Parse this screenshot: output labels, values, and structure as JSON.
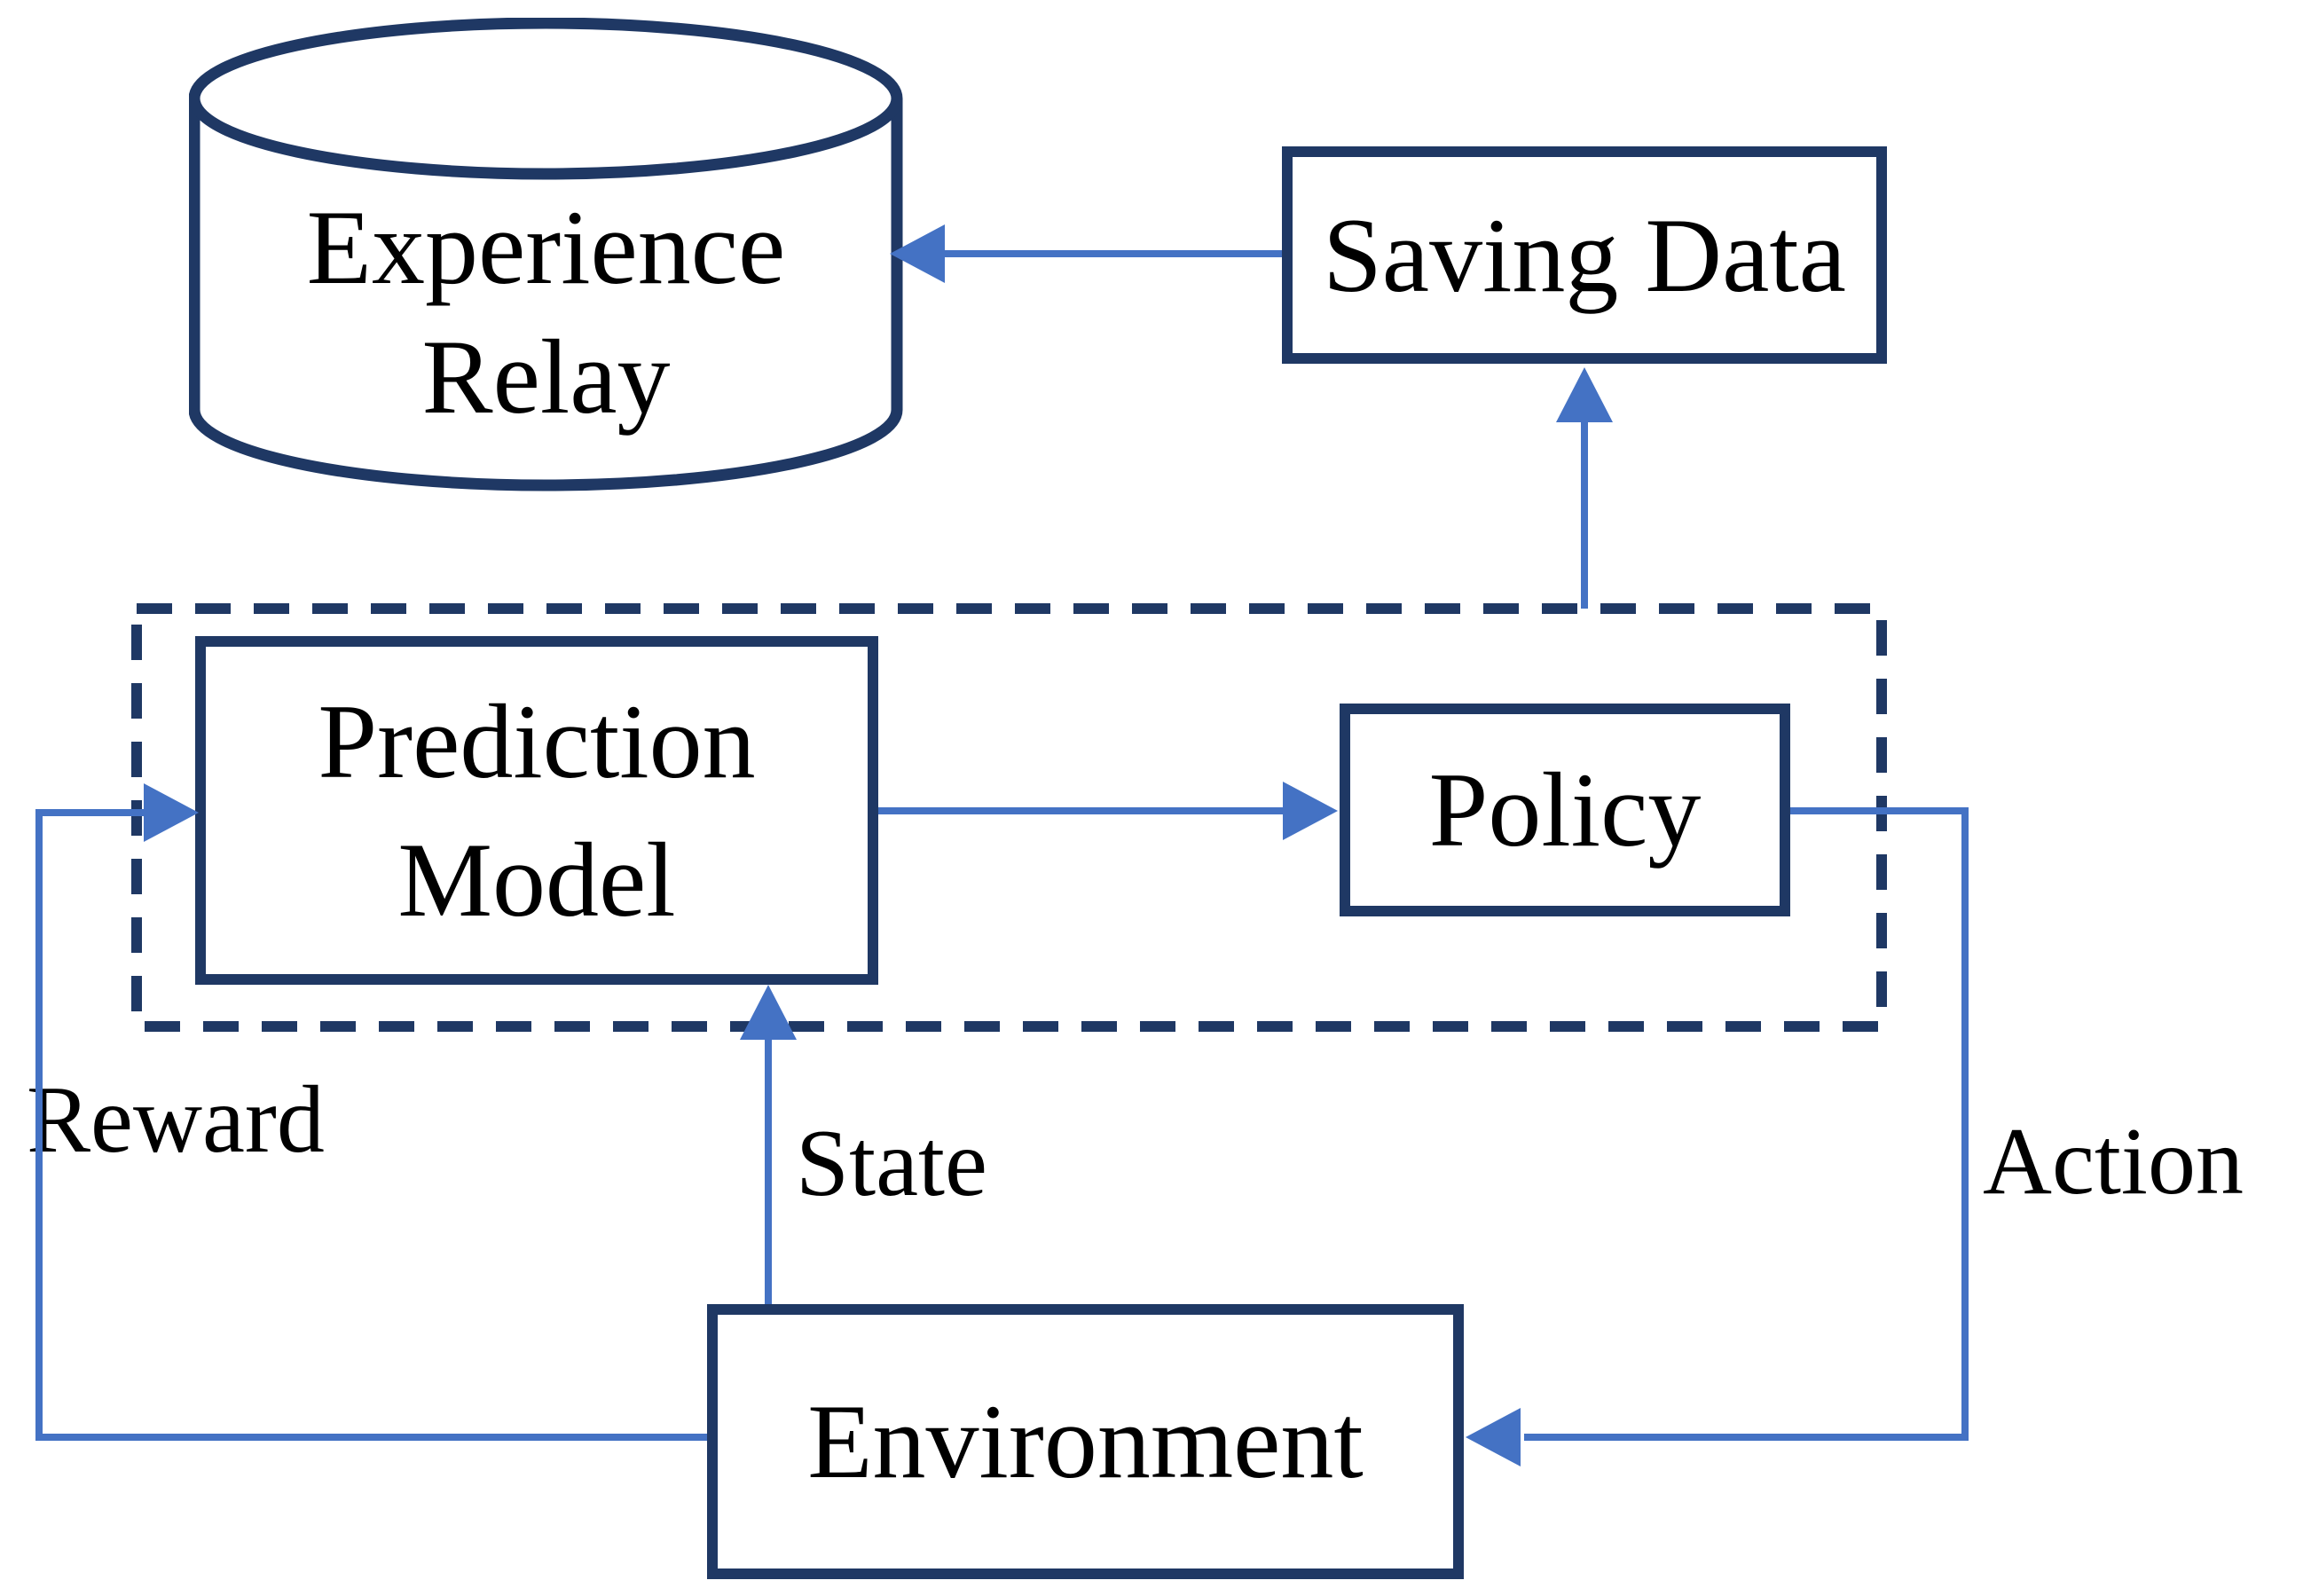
{
  "nodes": {
    "experience_relay": {
      "shape": "cylinder",
      "lines": [
        "Experience",
        "Relay"
      ]
    },
    "saving_data": {
      "shape": "rectangle",
      "label": "Saving Data"
    },
    "prediction_model": {
      "shape": "rectangle",
      "lines": [
        "Prediction",
        "Model"
      ]
    },
    "policy": {
      "shape": "rectangle",
      "label": "Policy"
    },
    "environment": {
      "shape": "rectangle",
      "label": "Environment"
    }
  },
  "edge_labels": {
    "reward": "Reward",
    "state": "State",
    "action": "Action"
  },
  "edges": [
    {
      "from": "saving_data",
      "to": "experience_relay",
      "label": ""
    },
    {
      "from": "policy",
      "to": "saving_data",
      "label": ""
    },
    {
      "from": "prediction_model",
      "to": "policy",
      "label": ""
    },
    {
      "from": "policy",
      "to": "environment",
      "label": "Action"
    },
    {
      "from": "environment",
      "to": "prediction_model",
      "label": "State"
    },
    {
      "from": "environment",
      "to": "prediction_model",
      "label": "Reward"
    }
  ],
  "colors": {
    "shape_outline": "#1f3864",
    "connector_blue": "#4472c4",
    "text": "#000000",
    "background": "#ffffff"
  }
}
